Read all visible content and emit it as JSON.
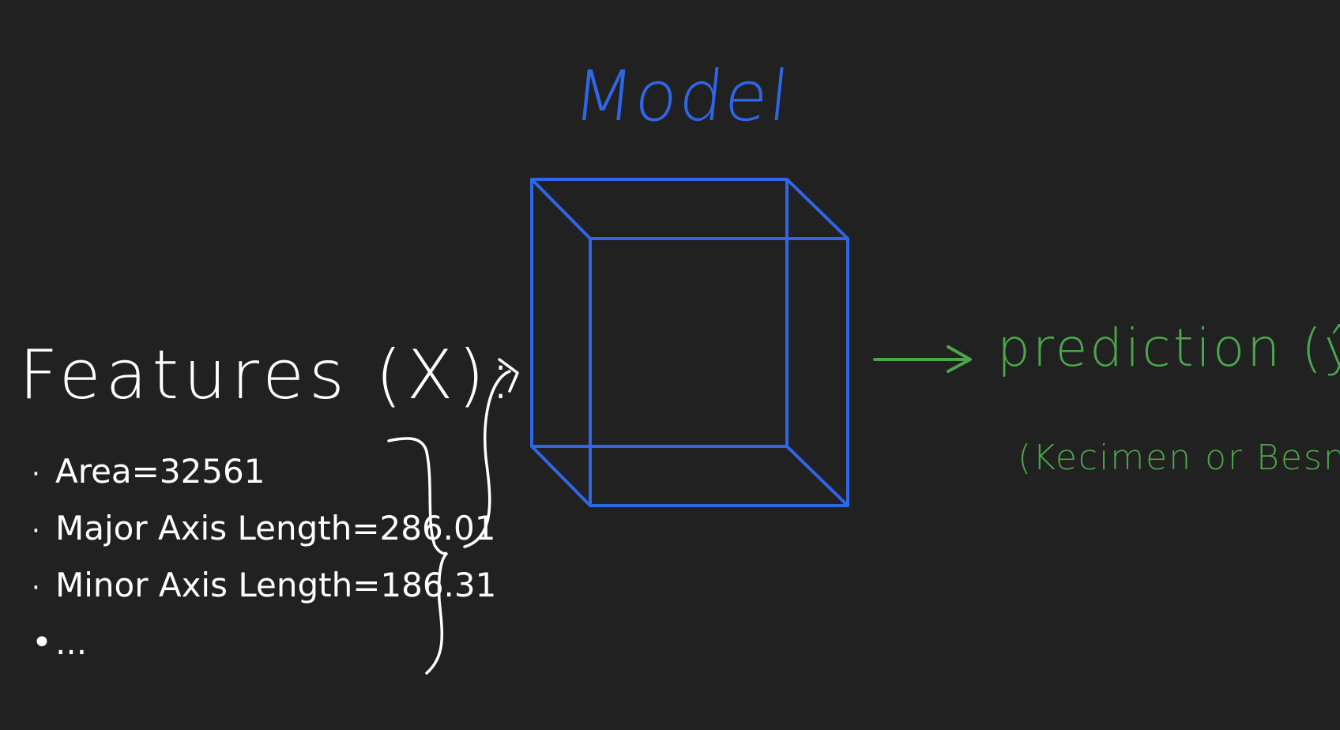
{
  "model": {
    "title": "Model",
    "color": "#2f66e8"
  },
  "features": {
    "title": "Features (X):",
    "items": [
      "Area=32561",
      "Major Axis Length=286.01",
      "Minor Axis Length=186.31",
      "..."
    ],
    "color": "#ffffff"
  },
  "prediction": {
    "label": "prediction (ŷ)",
    "classes": "(Kecimen or Besni)",
    "color": "#4aa64a"
  },
  "background": "#212121"
}
